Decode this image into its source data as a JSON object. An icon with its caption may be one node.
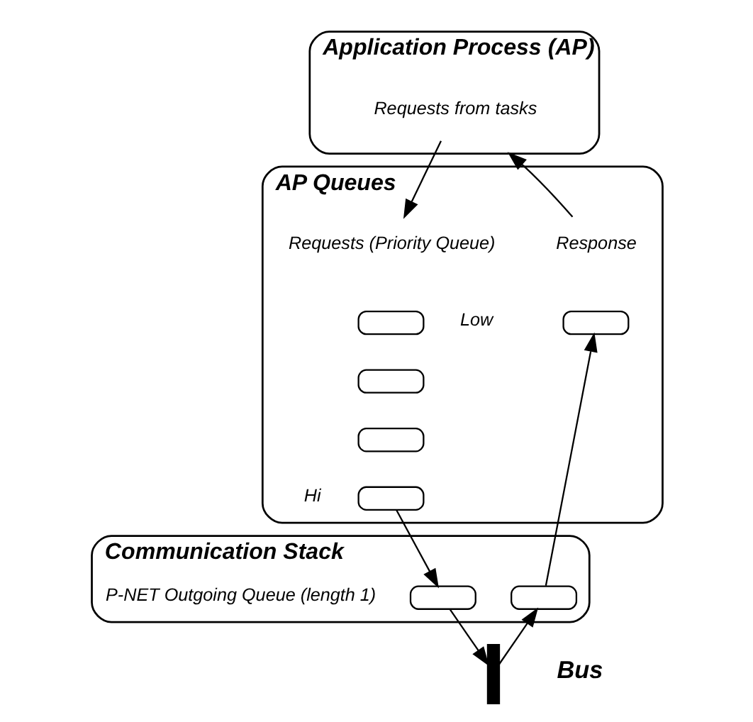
{
  "diagram": {
    "nodes": [
      {
        "text": [
          "Application Process (AP)"
        ]
      },
      {
        "text": [
          "Requests from tasks"
        ],
        "in": 0
      },
      {
        "text": [
          "AP Queues"
        ]
      },
      {
        "text": [
          "Requests (Priority Queue)"
        ],
        "in": 2
      },
      {
        "text": [
          "Response"
        ],
        "in": 2
      },
      {
        "text": [],
        "shape": "box",
        "in": 2,
        "beside": [
          "Low"
        ]
      },
      {
        "text": [],
        "shape": "box",
        "in": 2
      },
      {
        "text": [],
        "shape": "box",
        "in": 2
      },
      {
        "text": [],
        "shape": "box",
        "in": 2,
        "beside": [
          "Hi"
        ]
      },
      {
        "text": [],
        "shape": "box",
        "in": 2
      },
      {
        "text": [
          "Communication Stack"
        ]
      },
      {
        "text": [],
        "shape": "box",
        "in": 10,
        "beside": [
          "P-NET Outgoing Queue (length 1)"
        ]
      },
      {
        "text": [],
        "shape": "box",
        "in": 10
      },
      {
        "text": [
          "Bus"
        ]
      }
    ],
    "edges": [
      {
        "from": 1,
        "to": 3,
        "arrow": "to"
      },
      {
        "from": 4,
        "to": 0,
        "arrow": "to"
      },
      {
        "from": 8,
        "to": 11,
        "arrow": "to"
      },
      {
        "from": 12,
        "to": 9,
        "arrow": "to"
      },
      {
        "from": 11,
        "to": 13,
        "arrow": "to"
      },
      {
        "from": 13,
        "to": 12,
        "arrow": "to"
      }
    ]
  }
}
